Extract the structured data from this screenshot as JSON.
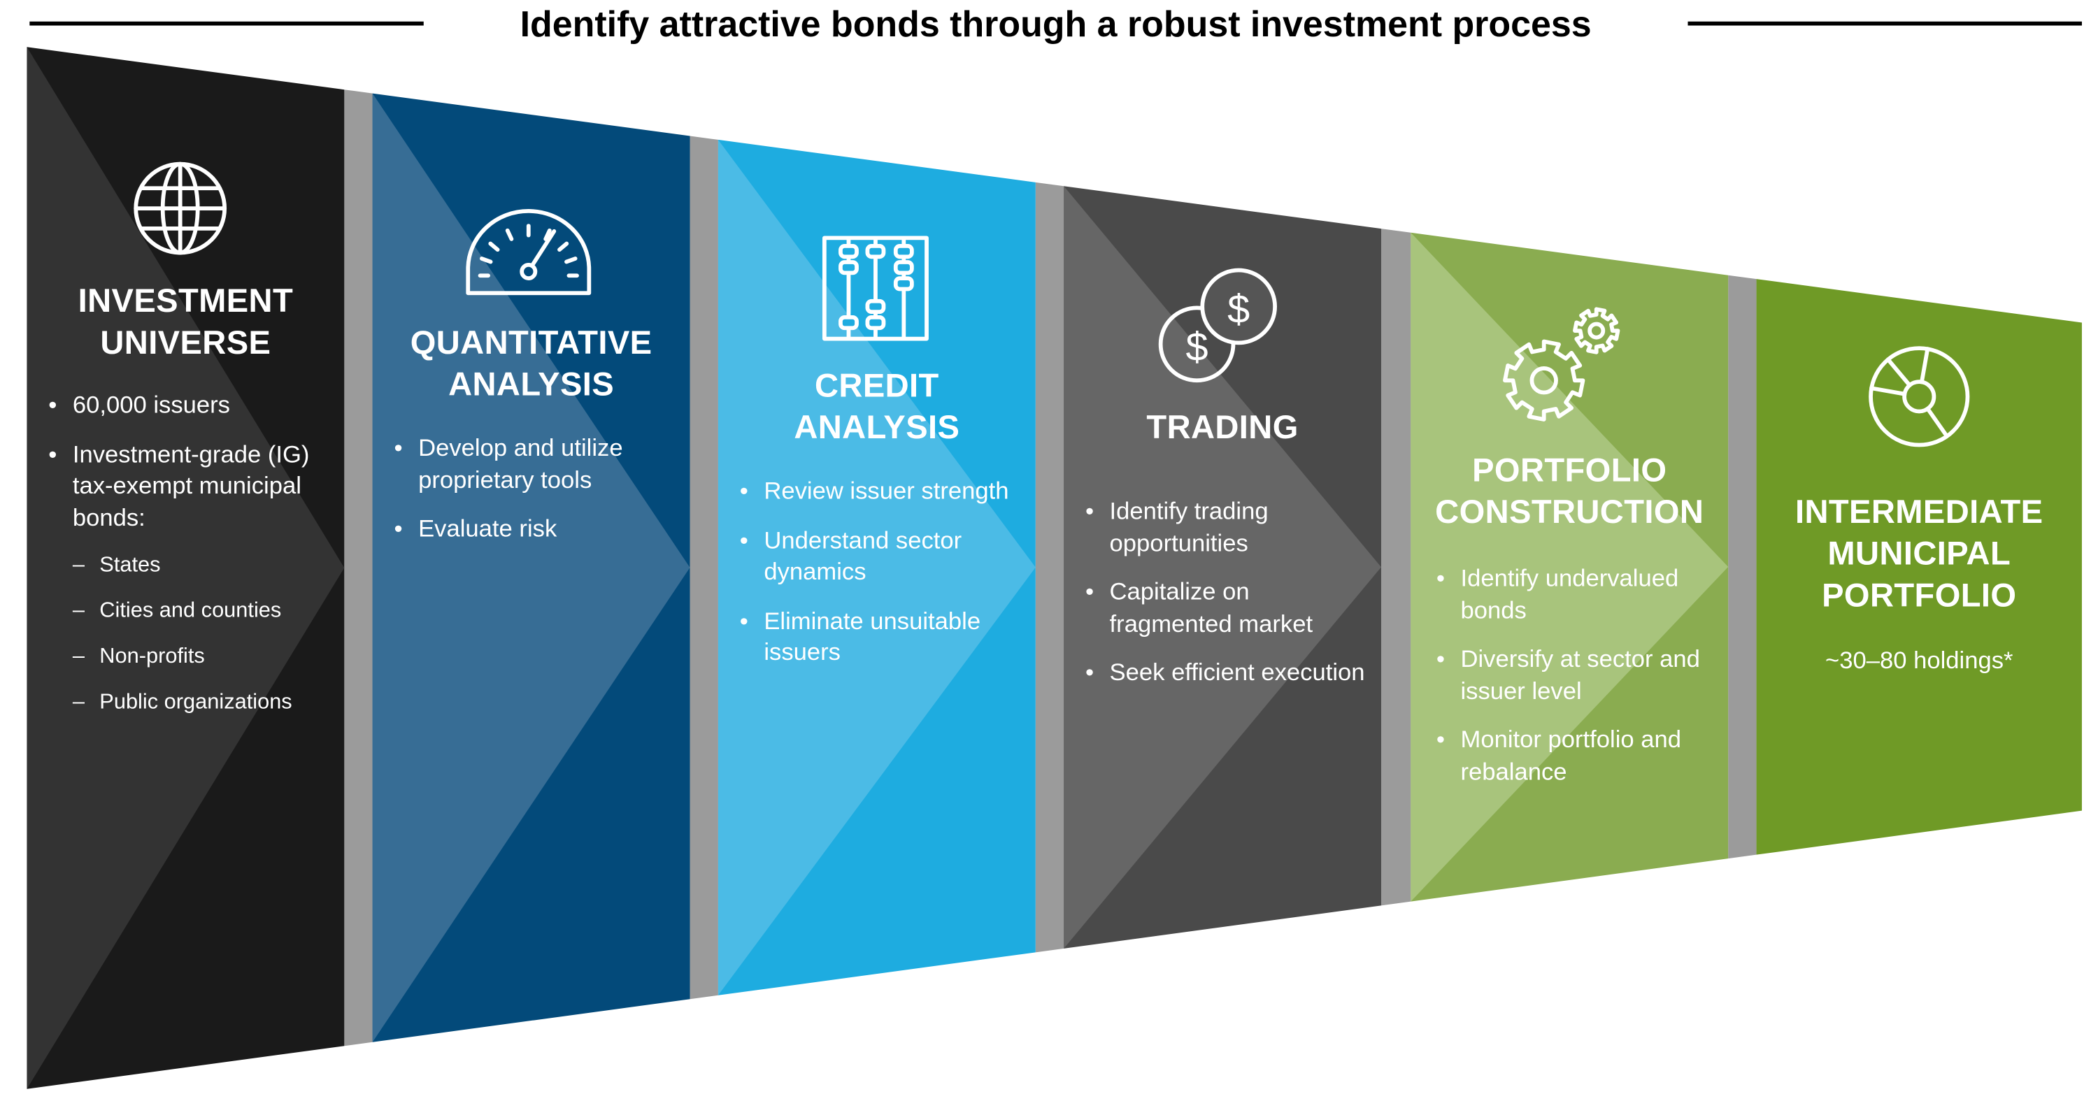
{
  "title": "Identify attractive bonds through a robust investment process",
  "colors": {
    "investment_universe": "#1a1a1a",
    "quantitative_analysis": "#034a7a",
    "credit_analysis": "#1eace0",
    "trading": "#4a4a4a",
    "portfolio_construction": "#8aac50",
    "intermediate_portfolio": "#6f9a26",
    "separator": "#9b9b9b"
  },
  "stages": [
    {
      "icon": "globe-icon",
      "heading": [
        "INVESTMENT",
        "UNIVERSE"
      ],
      "bullets": [
        "60,000 issuers",
        "Investment-grade (IG) tax-exempt municipal bonds:"
      ],
      "sub_bullets": [
        "States",
        "Cities and counties",
        "Non-profits",
        "Public organizations"
      ]
    },
    {
      "icon": "speedometer-icon",
      "heading": [
        "QUANTITATIVE",
        "ANALYSIS"
      ],
      "bullets": [
        "Develop and utilize proprietary tools",
        "Evaluate risk"
      ]
    },
    {
      "icon": "abacus-icon",
      "heading": [
        "CREDIT",
        "ANALYSIS"
      ],
      "bullets": [
        "Review issuer strength",
        "Understand sector dynamics",
        "Eliminate unsuitable issuers"
      ]
    },
    {
      "icon": "coins-icon",
      "heading": [
        "TRADING"
      ],
      "bullets": [
        "Identify trading opportunities",
        "Capitalize on fragmented market",
        "Seek efficient execution"
      ]
    },
    {
      "icon": "gears-icon",
      "heading": [
        "PORTFOLIO",
        "CONSTRUCTION"
      ],
      "bullets": [
        "Identify undervalued bonds",
        "Diversify at sector and issuer level",
        "Monitor portfolio and rebalance"
      ]
    },
    {
      "icon": "pie-chart-icon",
      "heading": [
        "INTERMEDIATE",
        "MUNICIPAL",
        "PORTFOLIO"
      ],
      "subtitle": "~30–80 holdings*"
    }
  ],
  "icon_glyphs": {
    "dollar": "$"
  }
}
